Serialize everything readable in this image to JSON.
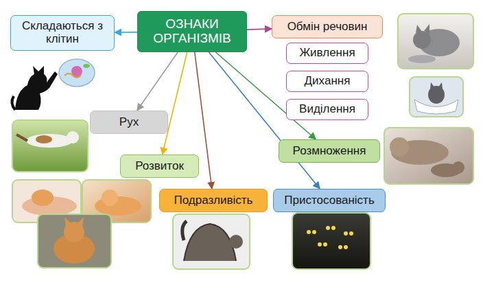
{
  "diagram": {
    "nodes": [
      {
        "text": [
          "ОЗНАКИ ОРГАНІЗМІВ"
        ]
      },
      {
        "text": [
          "Складаються з клітин"
        ]
      },
      {
        "text": [
          "Обмін речовин"
        ]
      },
      {
        "text": [
          "Живлення"
        ]
      },
      {
        "text": [
          "Дихання"
        ]
      },
      {
        "text": [
          "Виділення"
        ]
      },
      {
        "text": [
          "Рух"
        ]
      },
      {
        "text": [
          "Розмноження"
        ]
      },
      {
        "text": [
          "Розвиток"
        ]
      },
      {
        "text": [
          "Подразливість"
        ]
      },
      {
        "text": [
          "Пристосованість"
        ]
      }
    ],
    "edges": [
      {
        "from": 0,
        "to": 1,
        "arrow": "to"
      },
      {
        "from": 0,
        "to": 2,
        "arrow": "to"
      },
      {
        "from": 0,
        "to": 6,
        "arrow": "to"
      },
      {
        "from": 0,
        "to": 7,
        "arrow": "to"
      },
      {
        "from": 0,
        "to": 8,
        "arrow": "to"
      },
      {
        "from": 0,
        "to": 9,
        "arrow": "to"
      },
      {
        "from": 0,
        "to": 10,
        "arrow": "to"
      }
    ]
  }
}
